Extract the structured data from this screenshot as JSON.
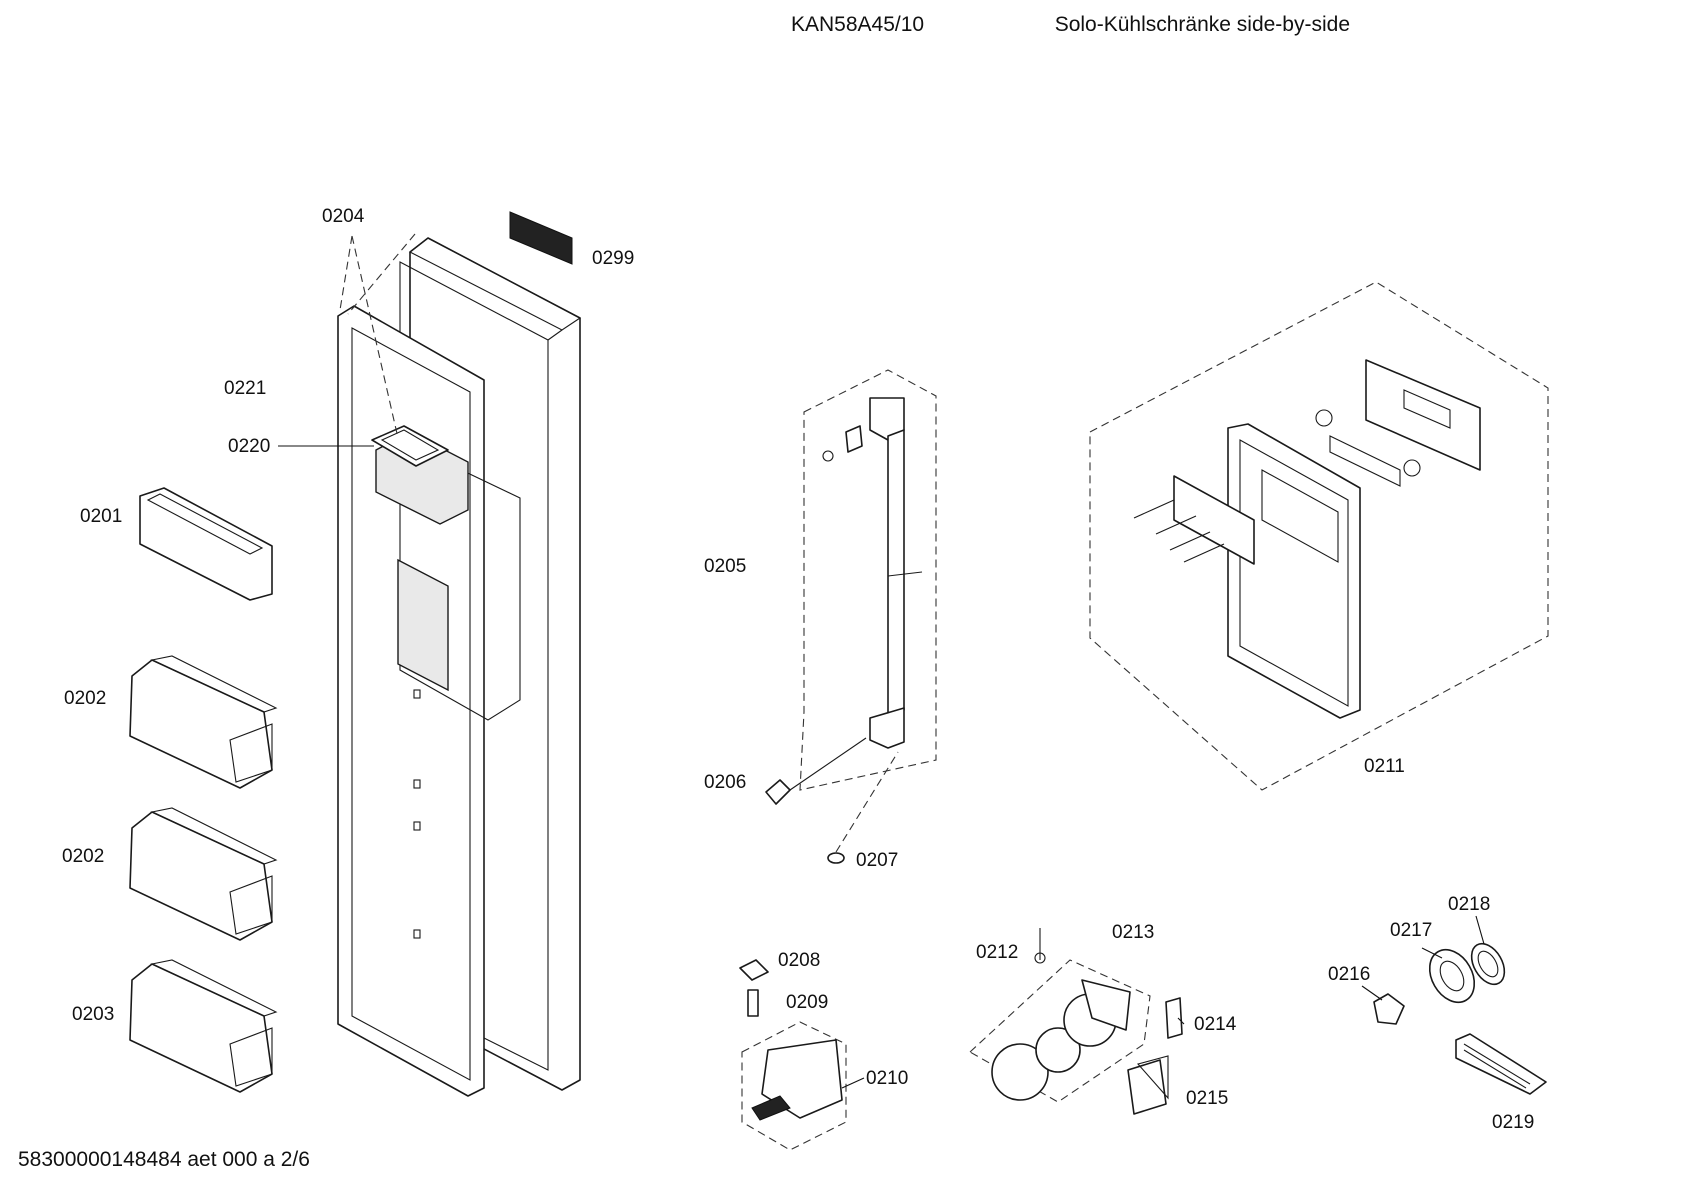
{
  "header": {
    "model": "KAN58A45/10",
    "title": "Solo-Kühlschränke side-by-side"
  },
  "footer": {
    "doc_code": "58300000148484 aet 000 a 2/6"
  },
  "labels": {
    "p0204": "0204",
    "p0299": "0299",
    "p0221": "0221",
    "p0220": "0220",
    "p0201": "0201",
    "p0202a": "0202",
    "p0202b": "0202",
    "p0203": "0203",
    "p0205": "0205",
    "p0206": "0206",
    "p0207": "0207",
    "p0211": "0211",
    "p0208": "0208",
    "p0209": "0209",
    "p0210": "0210",
    "p0212": "0212",
    "p0213": "0213",
    "p0214": "0214",
    "p0215": "0215",
    "p0216": "0216",
    "p0217": "0217",
    "p0218": "0218",
    "p0219": "0219"
  }
}
